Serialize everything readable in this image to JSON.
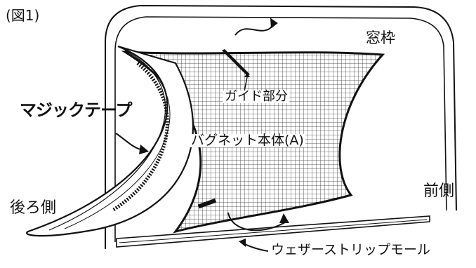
{
  "figure_label": "(図1)",
  "labels": {
    "window_frame": "窓枠",
    "velcro": "マジックテープ",
    "guide_part": "ガイド部分",
    "bug_net_body": "バグネット本体(A)",
    "rear_side": "後ろ側",
    "front_side": "前側",
    "weather_strip": "ウェザーストリップモール"
  },
  "colors": {
    "line": "#111111",
    "mesh": "#333333",
    "background": "#ffffff"
  }
}
